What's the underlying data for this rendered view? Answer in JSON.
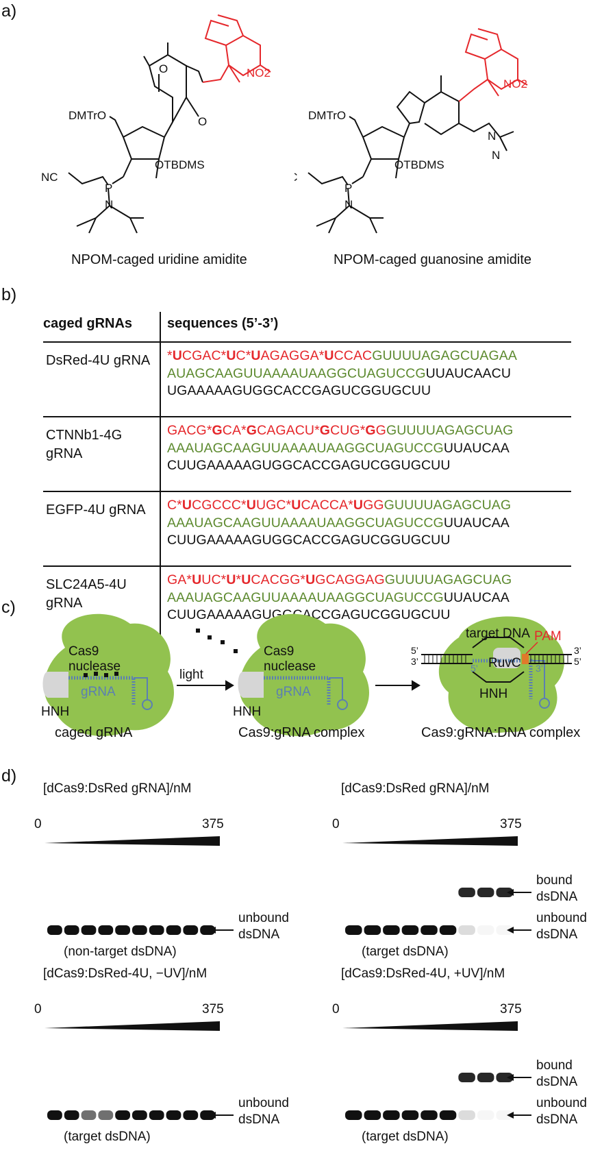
{
  "panels": {
    "a": "a)",
    "b": "b)",
    "c": "c)",
    "d": "d)"
  },
  "panel_a": {
    "left_caption": "NPOM-caged uridine amidite",
    "right_caption": "NPOM-caged guanosine amidite",
    "labels": {
      "dmtro": "DMTrO",
      "otbdms": "OTBDMS",
      "nc": "NC",
      "p": "P",
      "n": "N",
      "o": "O",
      "no2": "NO2",
      "nme": "N"
    }
  },
  "panel_b": {
    "col1": "caged gRNAs",
    "col2": "sequences (5’-3’)",
    "rows": [
      {
        "name": "DsRed-4U gRNA",
        "seg": [
          [
            "r",
            "*"
          ],
          [
            "rb",
            "U"
          ],
          [
            "r",
            "CGAC*"
          ],
          [
            "rb",
            "U"
          ],
          [
            "r",
            "C*"
          ],
          [
            "rb",
            "U"
          ],
          [
            "r",
            "AGAGGA*"
          ],
          [
            "rb",
            "U"
          ],
          [
            "r",
            "CCAC"
          ],
          [
            "g",
            "GUUUUAGAGCUAGAA\nAUAGCAAGUUAAAAUAAGGCUAGUCCG"
          ],
          [
            "k",
            "UUAUCAACU\nUGAAAAAGUGGCACCGAGUCGGUGCUU"
          ]
        ]
      },
      {
        "name": "CTNNb1-4G gRNA",
        "seg": [
          [
            "r",
            "GACG*"
          ],
          [
            "rb",
            "G"
          ],
          [
            "r",
            "CA*"
          ],
          [
            "rb",
            "G"
          ],
          [
            "r",
            "CAGACU*"
          ],
          [
            "rb",
            "G"
          ],
          [
            "r",
            "CUG*"
          ],
          [
            "rb",
            "G"
          ],
          [
            "r",
            "G"
          ],
          [
            "g",
            "GUUUUAGAGCUAG\nAAAUAGCAAGUUAAAAUAAGGCUAGUCCG"
          ],
          [
            "k",
            "UUAUCAA\nCUUGAAAAAGUGGCACCGAGUCGGUGCUU"
          ]
        ]
      },
      {
        "name": "EGFP-4U gRNA",
        "seg": [
          [
            "r",
            "C*"
          ],
          [
            "rb",
            "U"
          ],
          [
            "r",
            "CGCCC*"
          ],
          [
            "rb",
            "U"
          ],
          [
            "r",
            "UGC*"
          ],
          [
            "rb",
            "U"
          ],
          [
            "r",
            "CACCA*"
          ],
          [
            "rb",
            "U"
          ],
          [
            "r",
            "GG"
          ],
          [
            "g",
            "GUUUUAGAGCUAG\nAAAUAGCAAGUUAAAAUAAGGCUAGUCCG"
          ],
          [
            "k",
            "UUAUCAA\nCUUGAAAAAGUGGCACCGAGUCGGUGCUU"
          ]
        ]
      },
      {
        "name": "SLC24A5-4U gRNA",
        "seg": [
          [
            "r",
            "GA*"
          ],
          [
            "rb",
            "U"
          ],
          [
            "r",
            "UC*"
          ],
          [
            "rb",
            "U"
          ],
          [
            "r",
            "*"
          ],
          [
            "rb",
            "U"
          ],
          [
            "r",
            "CACGG*"
          ],
          [
            "rb",
            "U"
          ],
          [
            "r",
            "GCAGGAG"
          ],
          [
            "g",
            "GUUUUAGAGCUAG\nAAAUAGCAAGUUAAAAUAAGGCUAGUCCG"
          ],
          [
            "k",
            "UUAUCAA\nCUUGAAAAAGUGGCACCGAGUCGGUGCUU"
          ]
        ]
      }
    ]
  },
  "panel_c": {
    "cas9_line1": "Cas9",
    "cas9_line2": "nuclease",
    "grna": "gRNA",
    "hnh": "HNH",
    "light": "light",
    "target_dna": "target DNA",
    "pam": "PAM",
    "ruvc": "RuvC",
    "p5": "5’",
    "p3": "3’",
    "cap1": "caged gRNA",
    "cap2": "Cas9:gRNA complex",
    "cap3": "Cas9:gRNA:DNA complex"
  },
  "panel_d": {
    "gels": [
      {
        "title": "[dCas9:DsRed gRNA]/nM",
        "min": "0",
        "max": "375",
        "subtitle": "(non-target dsDNA)",
        "unbound": "unbound\ndsDNA",
        "bound": ""
      },
      {
        "title": "[dCas9:DsRed gRNA]/nM",
        "min": "0",
        "max": "375",
        "subtitle": "(target dsDNA)",
        "unbound": "unbound\ndsDNA",
        "bound": "bound\ndsDNA"
      },
      {
        "title": "[dCas9:DsRed-4U, −UV]/nM",
        "min": "0",
        "max": "375",
        "subtitle": "(target dsDNA)",
        "unbound": "unbound\ndsDNA",
        "bound": ""
      },
      {
        "title": "[dCas9:DsRed-4U, +UV]/nM",
        "min": "0",
        "max": "375",
        "subtitle": "(target dsDNA)",
        "unbound": "unbound\ndsDNA",
        "bound": "bound\ndsDNA"
      }
    ]
  },
  "colors": {
    "red": "#e5272b",
    "green": "#5d8a2f",
    "cas9": "#92c24f",
    "grna": "#5b7fb2"
  }
}
